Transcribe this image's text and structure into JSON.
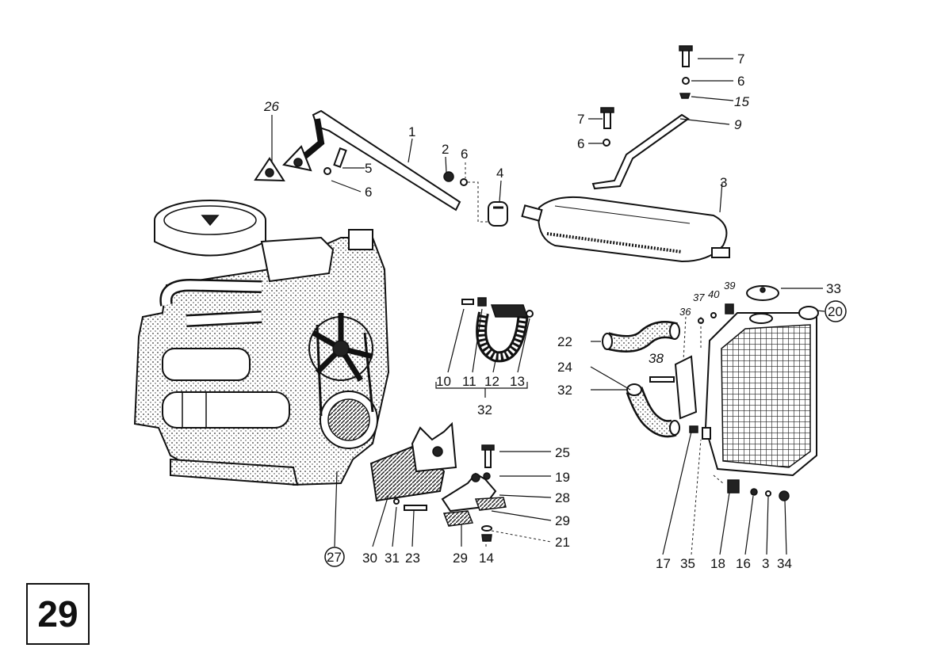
{
  "page_number": "29",
  "labels": {
    "l7a": "7",
    "l6a": "6",
    "l15": "15",
    "l9": "9",
    "l7b": "7",
    "l6b": "6",
    "l26": "26",
    "l1": "1",
    "l2": "2",
    "l6c": "6",
    "l4": "4",
    "l5": "5",
    "l6d": "6",
    "l3a": "3",
    "l33": "33",
    "l20": "20",
    "l39": "39",
    "l40": "40",
    "l37": "37",
    "l36": "36",
    "l22": "22",
    "l38": "38",
    "l24": "24",
    "l32a": "32",
    "l10": "10",
    "l11": "11",
    "l12": "12",
    "l13": "13",
    "l32b": "32",
    "l25": "25",
    "l19": "19",
    "l28": "28",
    "l29a": "29",
    "l21": "21",
    "l27": "27",
    "l30": "30",
    "l31": "31",
    "l23": "23",
    "l29b": "29",
    "l14": "14",
    "l17": "17",
    "l35": "35",
    "l18": "18",
    "l16": "16",
    "l3b": "3",
    "l34": "34"
  }
}
